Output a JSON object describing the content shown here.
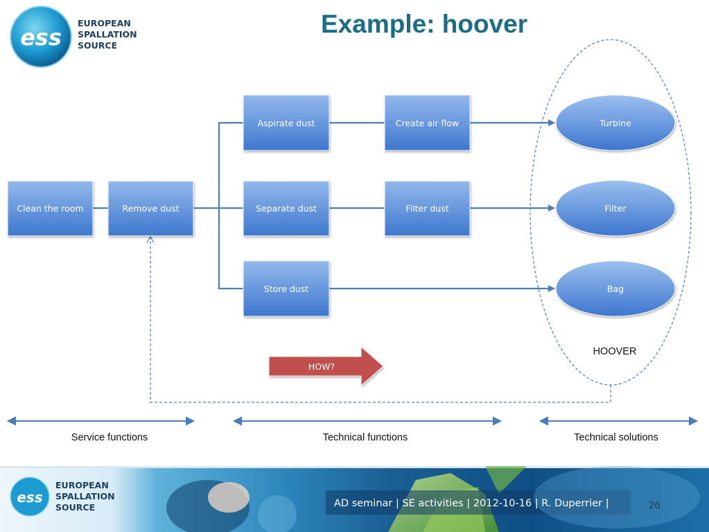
{
  "brand": {
    "line1": "EUROPEAN",
    "line2": "SPALLATION",
    "line3": "SOURCE",
    "logo_mark": "ess"
  },
  "title": "Example: hoover",
  "nodes": {
    "clean_room": "Clean the room",
    "remove_dust": "Remove dust",
    "aspirate_dust": "Aspirate dust",
    "separate_dust": "Separate dust",
    "store_dust": "Store dust",
    "create_air_flow": "Create air flow",
    "filter_dust": "Filter dust",
    "turbine": "Turbine",
    "filter": "Filter",
    "bag": "Bag"
  },
  "hoover_label": "HOOVER",
  "how_label": "HOW?",
  "columns": {
    "service": "Service functions",
    "technical": "Technical functions",
    "solutions": "Technical solutions"
  },
  "footer": {
    "text": "AD seminar | SE activities |  2012-10-16 | R. Duperrier |",
    "page": "26"
  },
  "colors": {
    "box_top": "#8fb6ea",
    "box_bottom": "#3f78d0",
    "connector": "#4a7ebb",
    "arrow": "#c0504d",
    "title": "#1b6d86"
  }
}
